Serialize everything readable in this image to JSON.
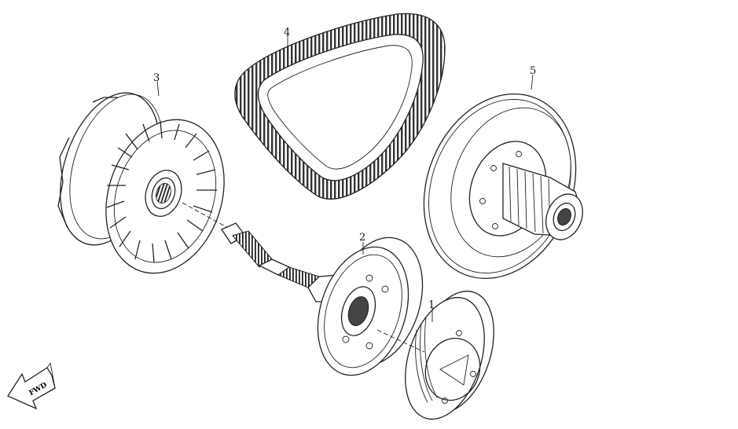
{
  "callouts": [
    {
      "id": "1",
      "label": "1"
    },
    {
      "id": "2",
      "label": "2"
    },
    {
      "id": "3",
      "label": "3"
    },
    {
      "id": "4",
      "label": "4"
    },
    {
      "id": "5",
      "label": "5"
    }
  ],
  "direction": {
    "label": "FWD"
  },
  "colors": {
    "line": "#222222",
    "background": "#ffffff"
  }
}
